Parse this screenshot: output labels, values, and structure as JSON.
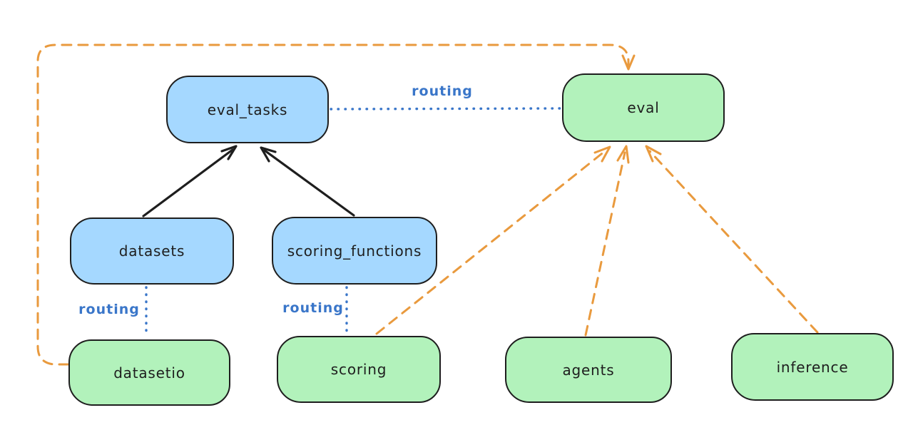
{
  "diagram": {
    "type": "architecture-diagram",
    "nodes": {
      "eval_tasks": {
        "label": "eval_tasks",
        "kind": "resource"
      },
      "eval": {
        "label": "eval",
        "kind": "api"
      },
      "datasets": {
        "label": "datasets",
        "kind": "resource"
      },
      "scoring_functions": {
        "label": "scoring_functions",
        "kind": "resource"
      },
      "datasetio": {
        "label": "datasetio",
        "kind": "api"
      },
      "scoring": {
        "label": "scoring",
        "kind": "api"
      },
      "agents": {
        "label": "agents",
        "kind": "api"
      },
      "inference": {
        "label": "inference",
        "kind": "api"
      }
    },
    "edge_labels": {
      "eval_tasks_eval": "routing",
      "datasets_datasetio": "routing",
      "scoring_functions_scoring": "routing"
    },
    "edges": [
      {
        "from": "datasets",
        "to": "eval_tasks",
        "style": "solid-black-arrow"
      },
      {
        "from": "scoring_functions",
        "to": "eval_tasks",
        "style": "solid-black-arrow"
      },
      {
        "from": "eval_tasks",
        "to": "eval",
        "style": "blue-dotted",
        "label": "routing"
      },
      {
        "from": "datasets",
        "to": "datasetio",
        "style": "blue-dotted",
        "label": "routing"
      },
      {
        "from": "scoring_functions",
        "to": "scoring",
        "style": "blue-dotted",
        "label": "routing"
      },
      {
        "from": "datasetio",
        "to": "eval",
        "style": "orange-dashed-arrow"
      },
      {
        "from": "scoring",
        "to": "eval",
        "style": "orange-dashed-arrow"
      },
      {
        "from": "agents",
        "to": "eval",
        "style": "orange-dashed-arrow"
      },
      {
        "from": "inference",
        "to": "eval",
        "style": "orange-dashed-arrow"
      }
    ],
    "colors": {
      "resource_fill": "#a5d8ff",
      "api_fill": "#b2f2bb",
      "stroke": "#1e1e1e",
      "routing_blue": "#3a76c9",
      "provider_orange": "#e99a3e"
    }
  }
}
